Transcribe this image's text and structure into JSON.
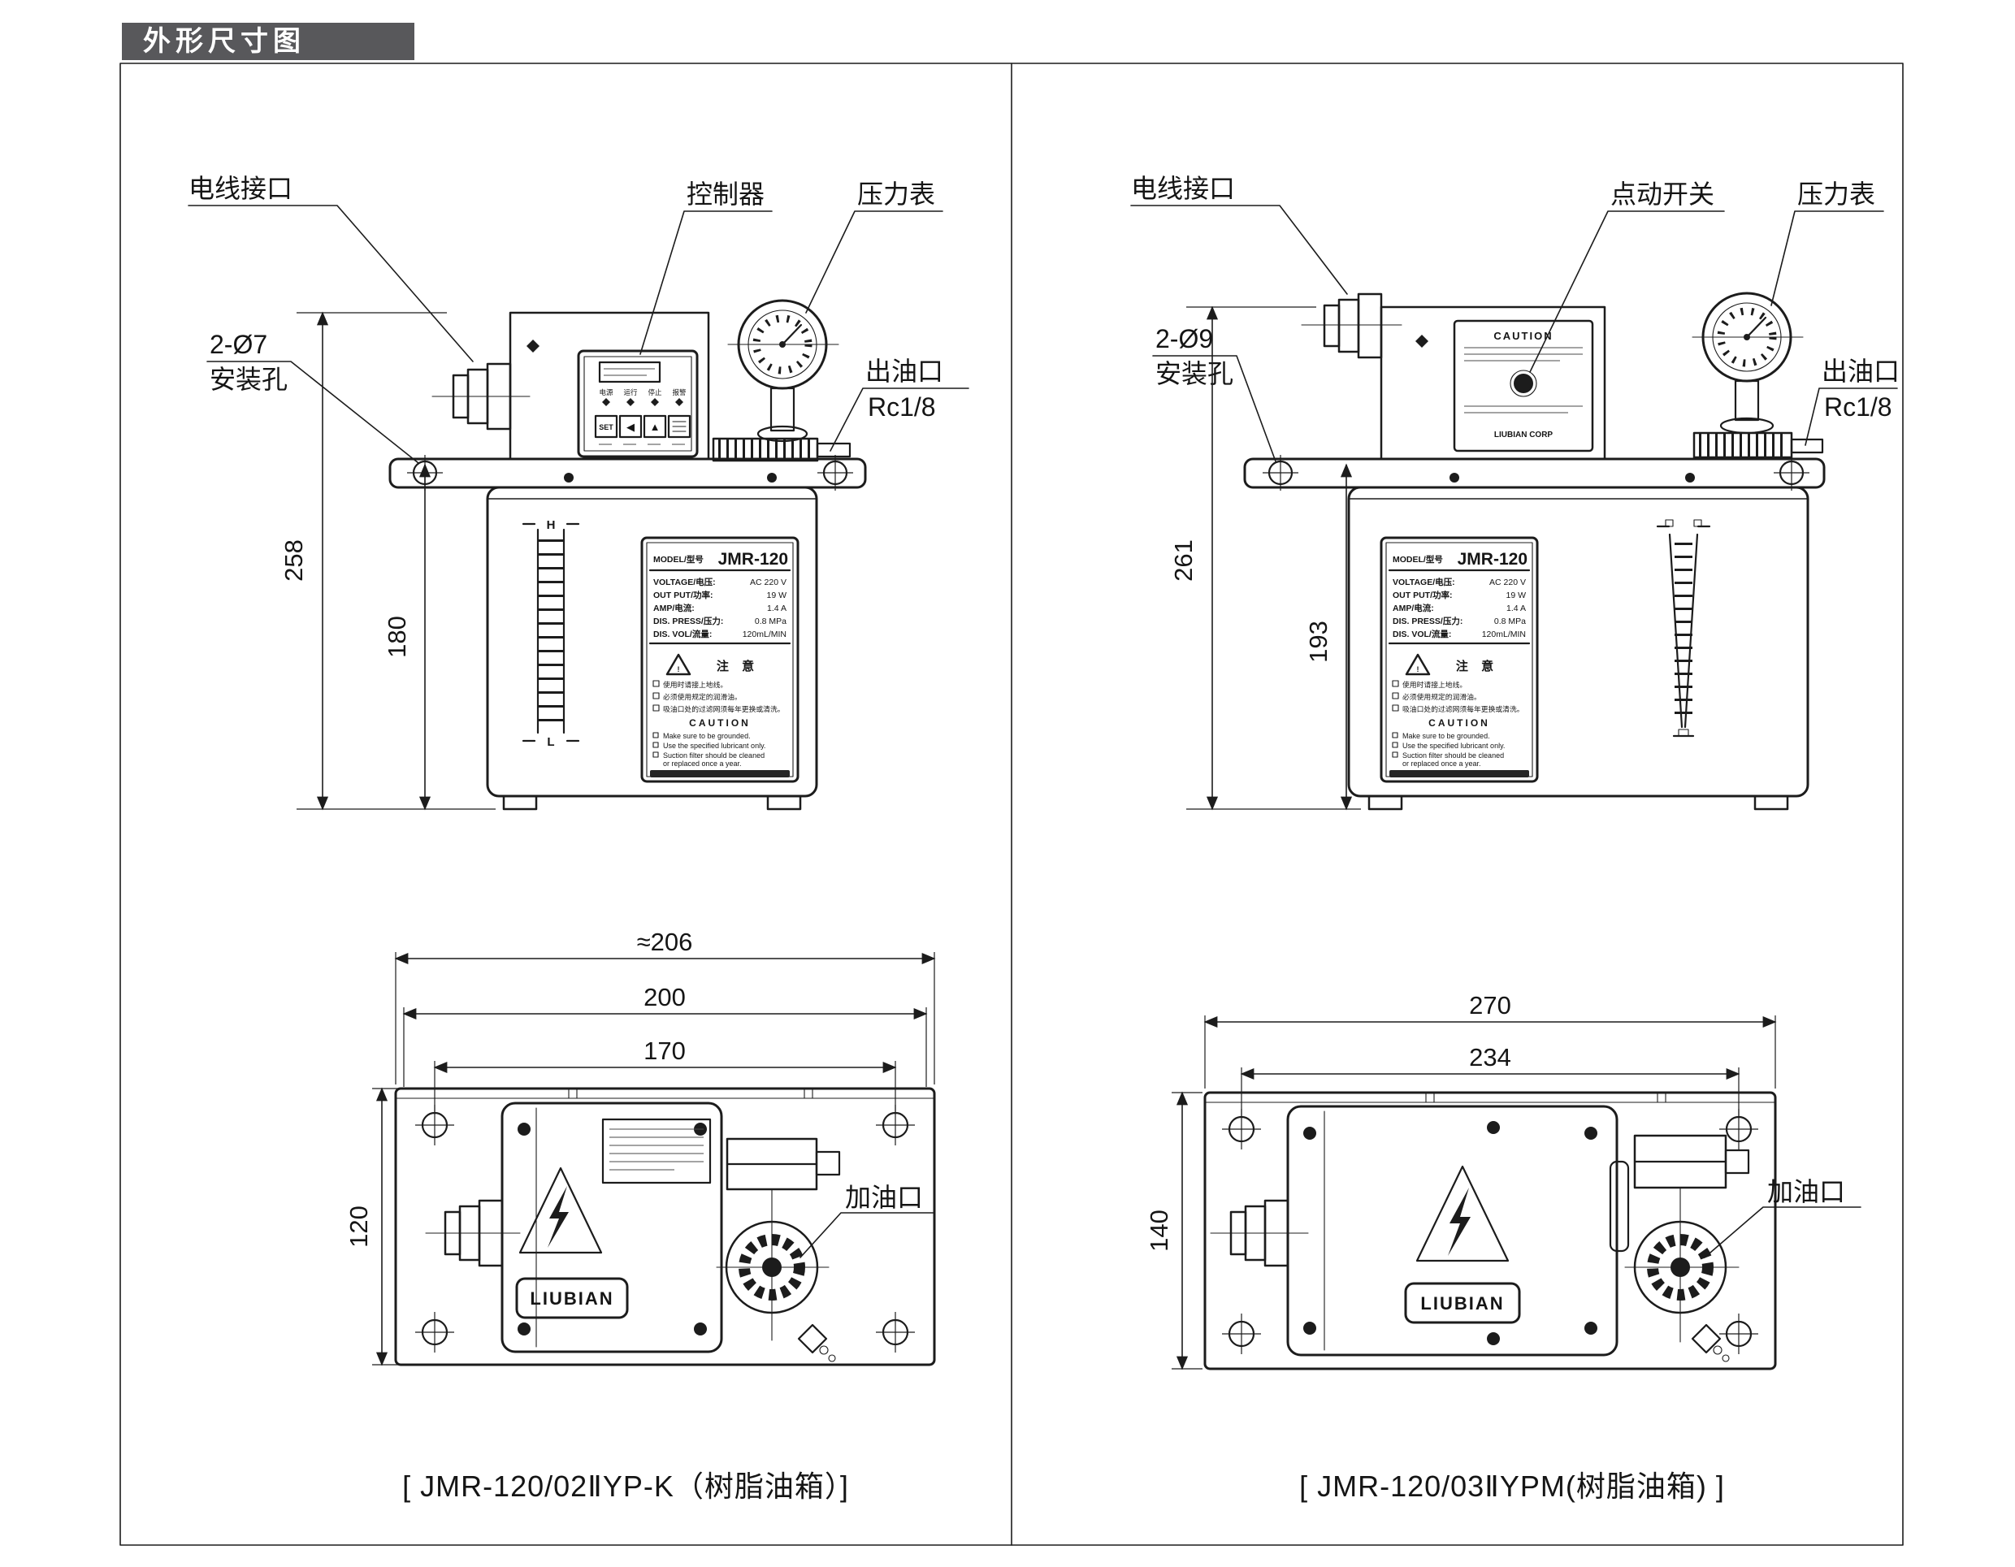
{
  "colors": {
    "titlebar_bg": "#58585b",
    "ink": "#1c1c1c",
    "paper": "#ffffff"
  },
  "header": {
    "title": "外形尺寸图"
  },
  "nameplate": {
    "model_label": "MODEL/型号",
    "model_value": "JMR-120",
    "rows": [
      {
        "label": "VOLTAGE/电压:",
        "value": "AC 220 V"
      },
      {
        "label": "OUT PUT/功率:",
        "value": "19 W"
      },
      {
        "label": "AMP/电流:",
        "value": "1.4 A"
      },
      {
        "label": "DIS. PRESS/压力:",
        "value": "0.8 MPa"
      },
      {
        "label": "DIS. VOL/流量:",
        "value": "120mL/MIN"
      }
    ],
    "warn_cn_title": "注 意",
    "warn_cn_lines": [
      "使用时请接上地线。",
      "必须使用规定的润滑油。",
      "吸油口处的过滤网须每年更换或清洗。"
    ],
    "warn_en_title": "CAUTION",
    "warn_en_lines": [
      "Make sure to be grounded.",
      "Use the specified lubricant only.",
      "Suction filter should be cleaned",
      "or replaced once a year."
    ]
  },
  "controller": {
    "status_labels": [
      "电源",
      "运行",
      "停止",
      "报警"
    ],
    "buttons": [
      "SET",
      "◀",
      "▲"
    ]
  },
  "sight_gauge": {
    "high": "H",
    "low": "L"
  },
  "panels": [
    {
      "caption": "[ JMR-120/02ⅡYP-K（树脂油箱）]",
      "front": {
        "label_wire": "电线接口",
        "label_controller": "控制器",
        "label_gauge": "压力表",
        "hole_callout_line1": "2-Ø7",
        "hole_callout_line2": "安装孔",
        "outlet_line1": "出油口",
        "outlet_line2": "Rc1/8",
        "dim_total_height": "258",
        "dim_tank_height": "180"
      },
      "top": {
        "dim_overall_width": "≈206",
        "dim_plate_width": "200",
        "dim_hole_span": "170",
        "dim_depth": "120",
        "label_fill_port": "加油口",
        "logo": "LIUBIAN"
      }
    },
    {
      "caption": "[ JMR-120/03ⅡYPM(树脂油箱) ]",
      "front": {
        "label_wire": "电线接口",
        "label_jog": "点动开关",
        "label_gauge": "压力表",
        "hole_callout_line1": "2-Ø9",
        "hole_callout_line2": "安装孔",
        "outlet_line1": "出油口",
        "outlet_line2": "Rc1/8",
        "dim_total_height": "261",
        "dim_tank_height": "193",
        "jog_box_title": "CAUTION",
        "jog_box_brand": "LIUBIAN CORP"
      },
      "top": {
        "dim_overall_width": "270",
        "dim_hole_span": "234",
        "dim_depth": "140",
        "label_fill_port": "加油口",
        "logo": "LIUBIAN"
      }
    }
  ]
}
